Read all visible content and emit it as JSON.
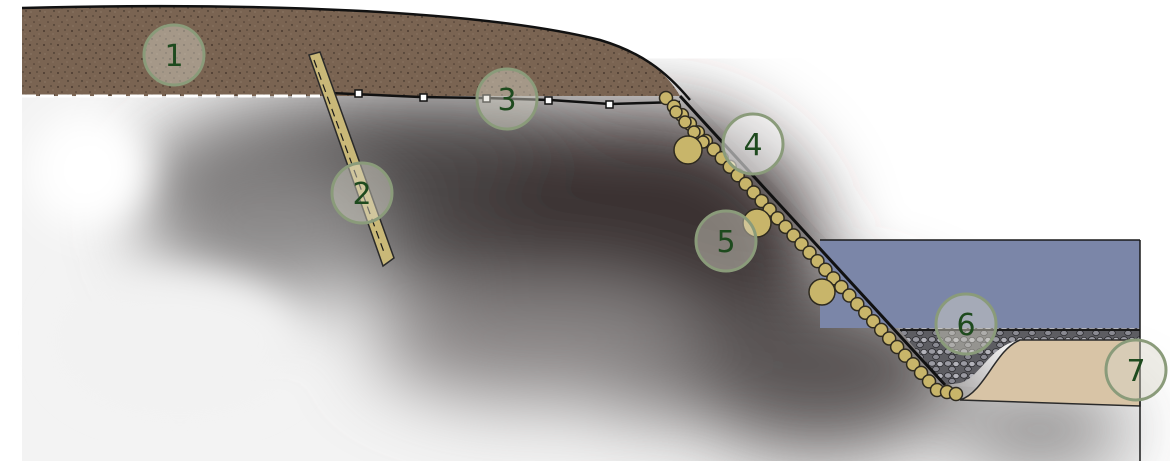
{
  "diagram": {
    "colors": {
      "topsoil": "#7a6452",
      "subsoil_dark": "#3a3333",
      "water": "#7b86a8",
      "sand": "#d8c4a6",
      "stake": "#c9b878",
      "rock": "#c8b56a",
      "rock_stroke": "#2e2a1f",
      "marker_fill": "#d9d6c9",
      "marker_stroke": "#8a9b7a",
      "marker_text": "#1e4a1e"
    },
    "markers": [
      {
        "id": "topsoil",
        "label": "1"
      },
      {
        "id": "stake",
        "label": "2"
      },
      {
        "id": "anchor-line",
        "label": "3"
      },
      {
        "id": "rock-toe-upper",
        "label": "4"
      },
      {
        "id": "loose-rock",
        "label": "5"
      },
      {
        "id": "gravel-bed",
        "label": "6"
      },
      {
        "id": "sand-layer",
        "label": "7"
      }
    ]
  }
}
